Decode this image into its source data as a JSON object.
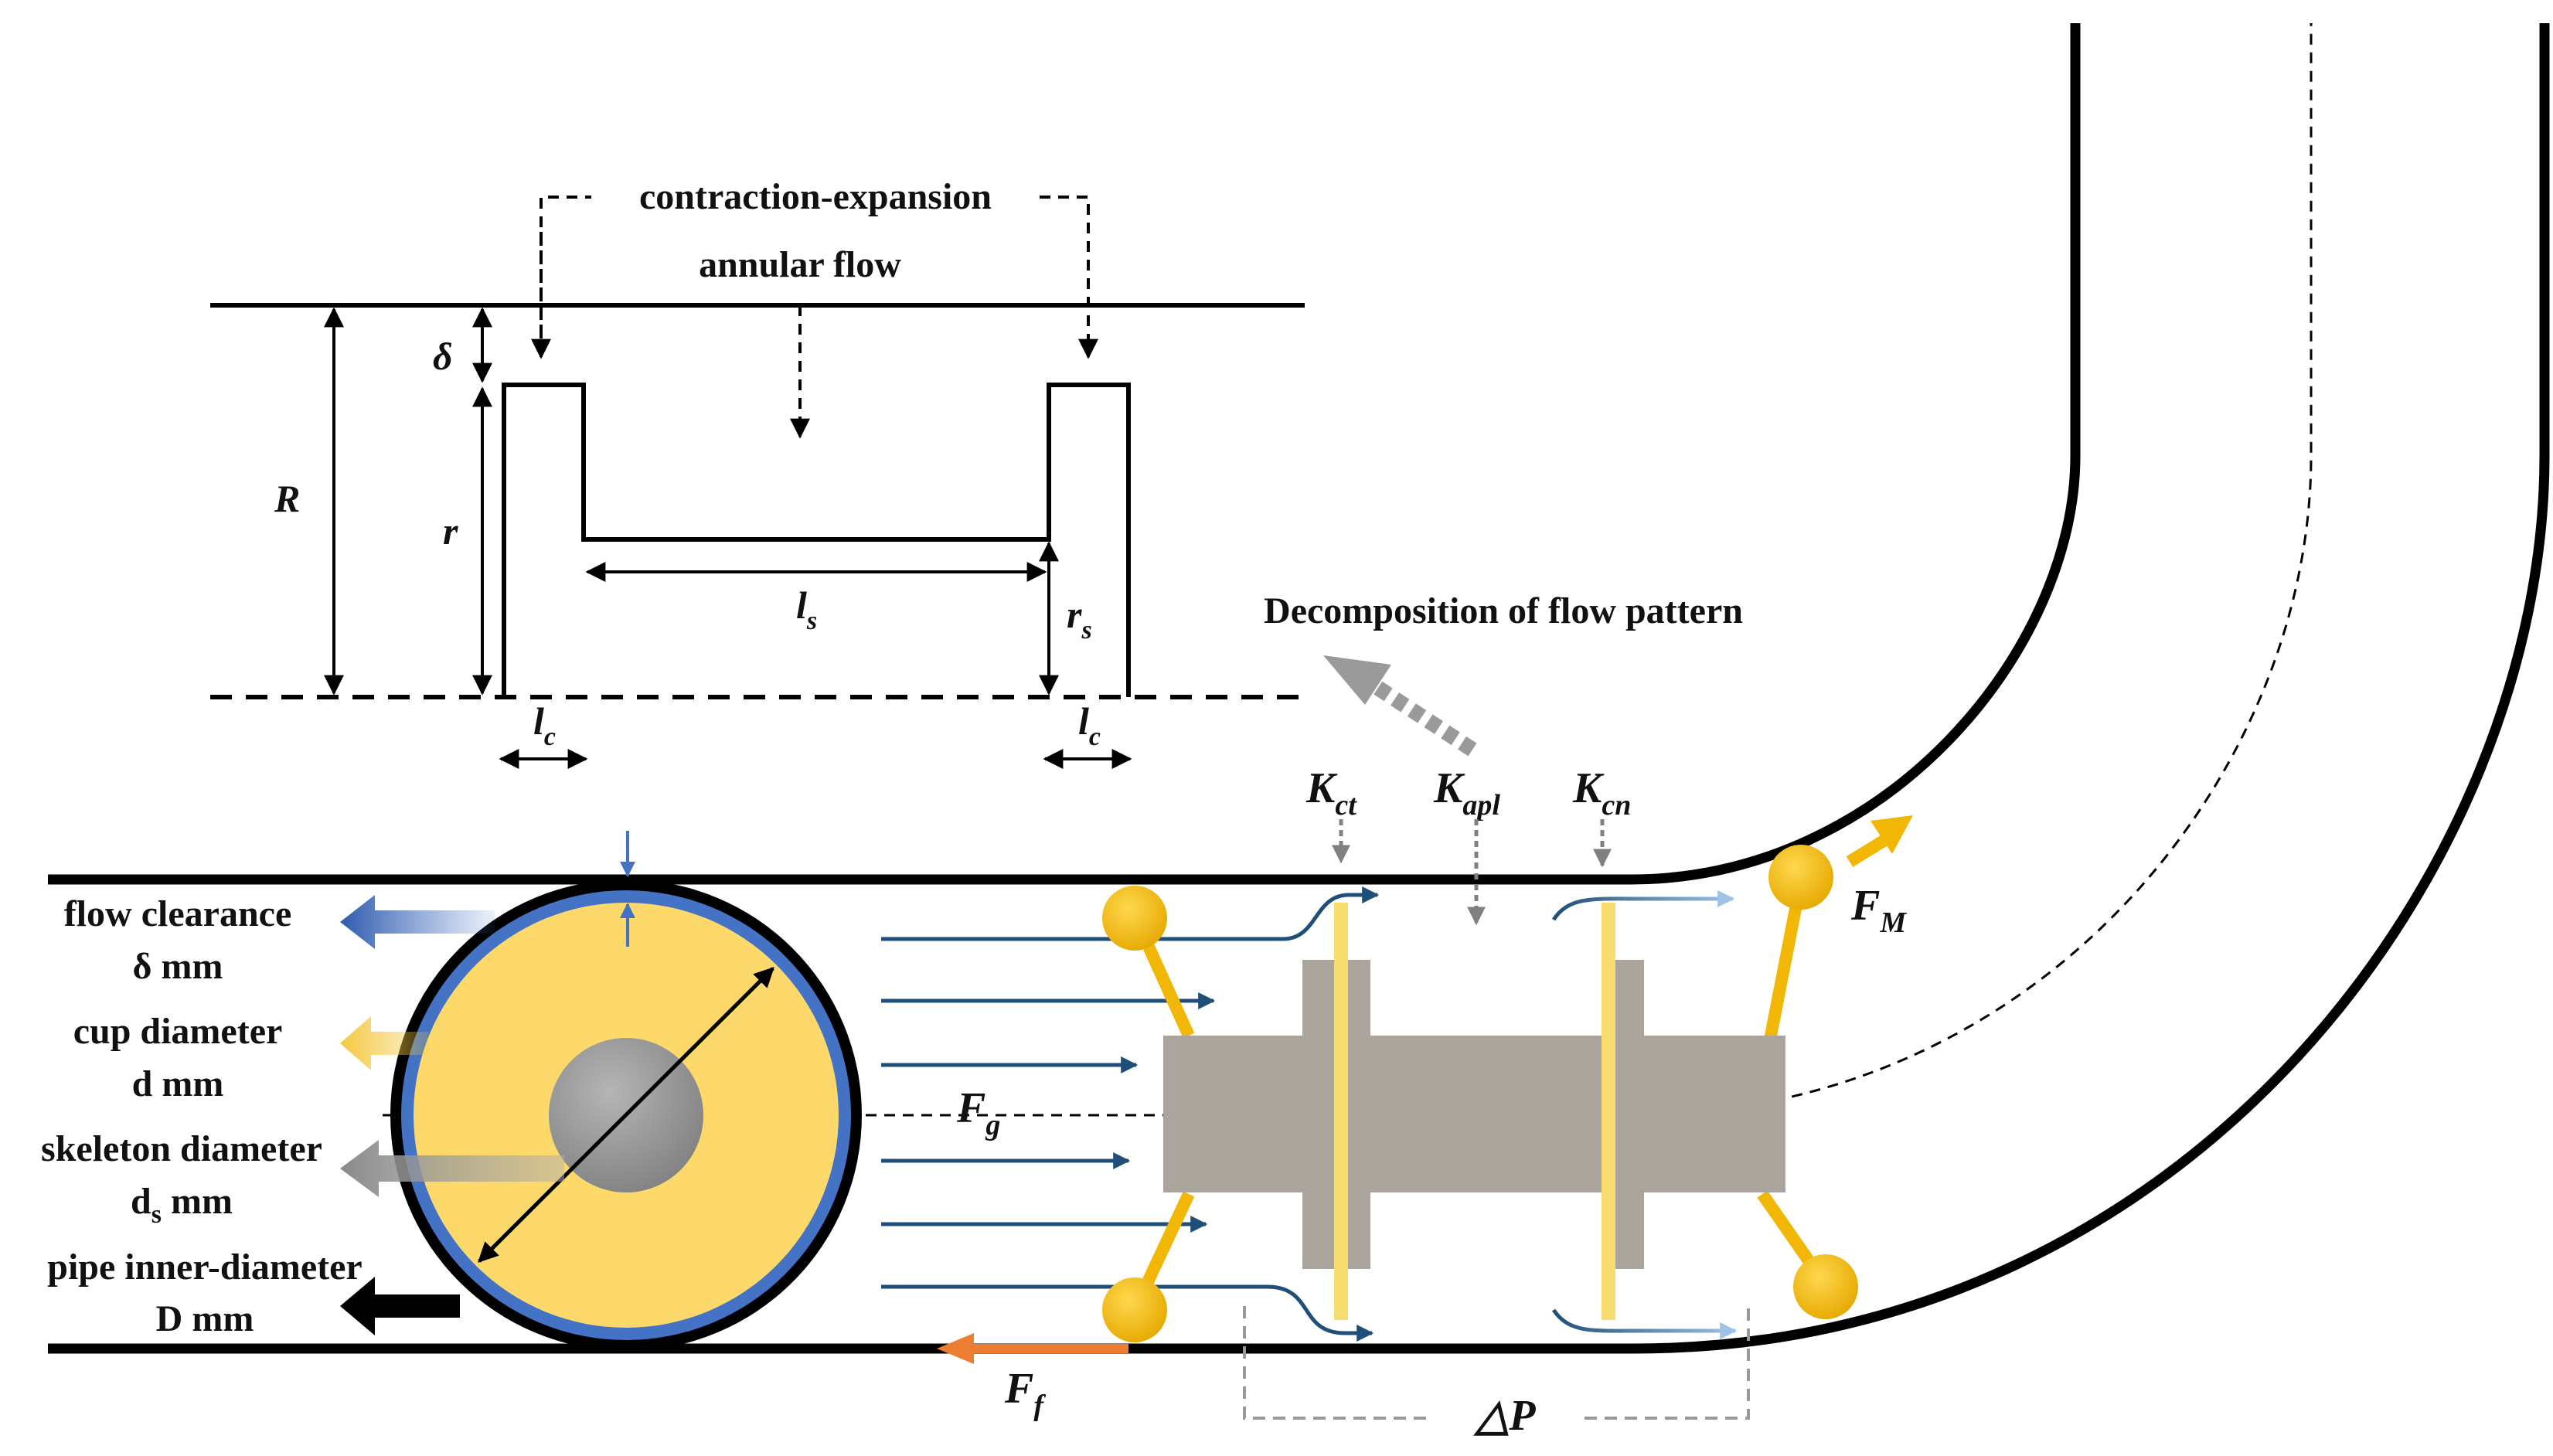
{
  "annotations": {
    "contraction_expansion": "contraction-expansion",
    "annular_flow": "annular flow",
    "decomposition": "Decomposition of flow pattern"
  },
  "geometry_symbols": {
    "R": "R",
    "r": "r",
    "delta": "δ",
    "l": "l",
    "s": "s",
    "c": "c"
  },
  "legend": {
    "flow_clearance": {
      "line1": "flow clearance",
      "line2": "δ mm",
      "color": "#4472C4"
    },
    "cup_diameter": {
      "line1": "cup diameter",
      "line2": "d mm",
      "color": "#F5C842"
    },
    "skeleton_diameter": {
      "line1": "skeleton diameter",
      "line2_main": "d",
      "line2_sub": "s",
      "line2_tail": " mm",
      "color": "#999999"
    },
    "pipe_inner_diameter": {
      "line1": "pipe inner-diameter",
      "line2": "D mm",
      "color": "#000000"
    }
  },
  "forces": {
    "F": "F",
    "g": "g",
    "M": "M",
    "f": "f",
    "delta_p": "△P"
  },
  "coefficients": {
    "K": "K",
    "ct": "ct",
    "apl": "apl",
    "cn": "cn"
  },
  "colors": {
    "cup_fill": "#FCD96A",
    "cup_ring": "#4472C4",
    "skeleton": "#9E9E9E",
    "body": "#ABA49C",
    "cup_blade": "#F7DC6F",
    "wheel": "#F2B705",
    "flow_arrow": "#1F4E79",
    "friction_arrow": "#ED7D31",
    "pipe": "#000000"
  }
}
